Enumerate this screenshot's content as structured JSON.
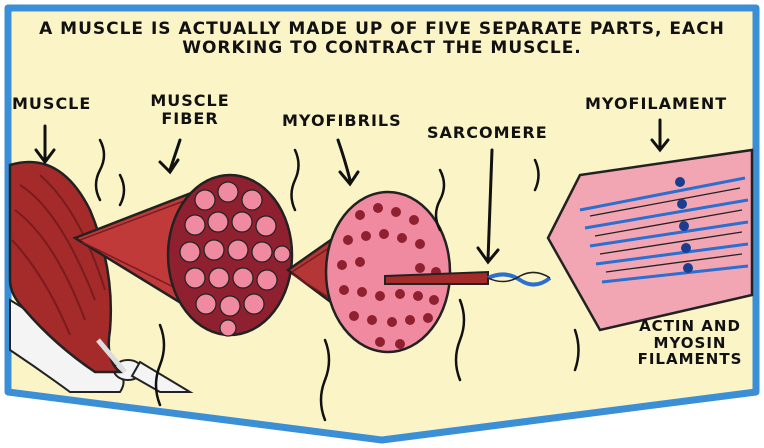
{
  "caption": "A MUSCLE IS ACTUALLY MADE UP OF FIVE SEPARATE PARTS, EACH WORKING TO CONTRACT THE MUSCLE.",
  "labels": {
    "muscle": "MUSCLE",
    "muscle_fiber": "MUSCLE FIBER",
    "myofibrils": "MYOFIBRILS",
    "sarcomere": "SARCOMERE",
    "myofilament": "MYOFILAMENT",
    "actin_myosin": "ACTIN AND MYOSIN FILAMENTS"
  },
  "colors": {
    "panel_background": "#fbf4c7",
    "border": "#3a8fd6",
    "muscle_red": "#a52a2a",
    "fiber_pink": "#f08aa0",
    "filament_blue": "#2b6fd1"
  }
}
